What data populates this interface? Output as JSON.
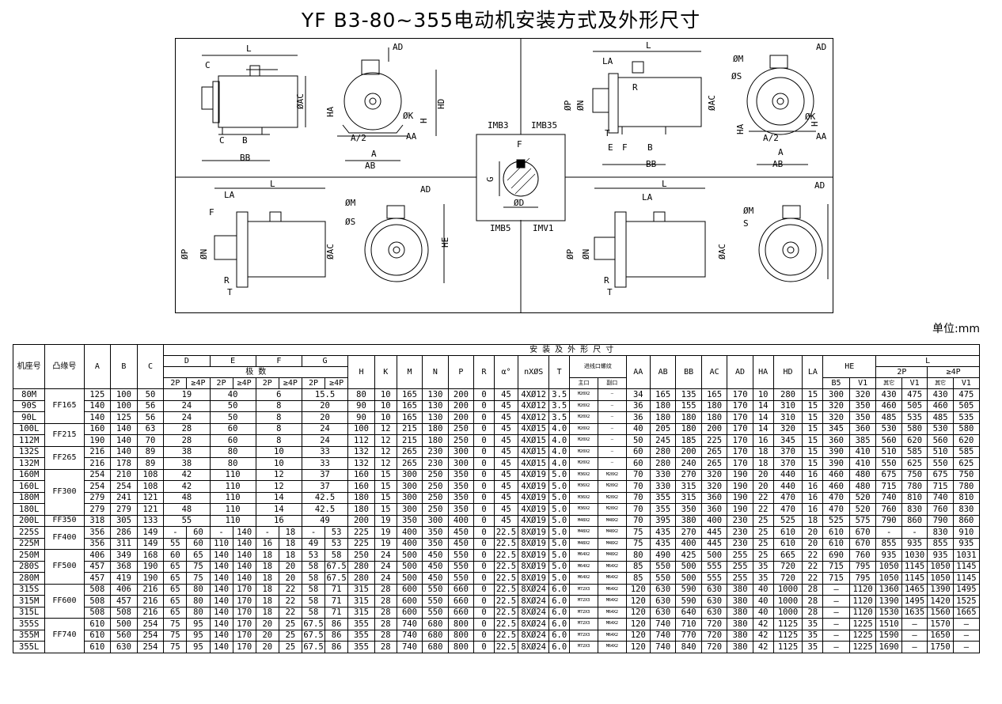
{
  "title": "YF B3-80~355电动机安装方式及外形尺寸",
  "unit": "单位:mm",
  "views": {
    "mount_labels": [
      "IMB3",
      "IMB35",
      "IMB5",
      "IMV1"
    ],
    "dims_topleft": [
      "L",
      "AD",
      "C",
      "ØAC",
      "HA",
      "HD",
      "H",
      "ØK",
      "A/2",
      "AA",
      "A",
      "AB",
      "B",
      "BB",
      "C"
    ],
    "dims_topright": [
      "L",
      "AD",
      "LA",
      "ØM",
      "ØS",
      "R",
      "ØP",
      "ØN",
      "ØAC",
      "HD",
      "H",
      "ØK",
      "HA",
      "T",
      "E",
      "B",
      "BB",
      "A/2",
      "AA",
      "A",
      "AB",
      "F"
    ],
    "dims_botleft": [
      "L",
      "AD",
      "LA",
      "F",
      "ØM",
      "ØS",
      "ØP",
      "ØN",
      "ØAC",
      "HE",
      "R",
      "T"
    ],
    "dims_botright": [
      "L",
      "AD",
      "LA",
      "ØM",
      "S",
      "ØP",
      "ØN",
      "ØAC",
      "HE",
      "R",
      "T"
    ],
    "shaft": [
      "F",
      "G",
      "ØD"
    ]
  },
  "table": {
    "header": {
      "frame": "机座号",
      "flange": "凸缘号",
      "A": "A",
      "B": "B",
      "C": "C",
      "group": "安 装 及 外 形 尺 寸",
      "D": "D",
      "E": "E",
      "F": "F",
      "G": "G",
      "pole_2p": "2P",
      "pole_4p": "≥4P",
      "all_poles": "极  数",
      "H": "H",
      "K": "K",
      "M": "M",
      "N": "N",
      "P": "P",
      "R": "R",
      "alpha": "α°",
      "nxs": "nXØS",
      "T": "T",
      "gland": "进线口螺纹",
      "gland_main": "主口",
      "gland_aux": "副口",
      "AA": "AA",
      "AB": "AB",
      "BB": "BB",
      "AC": "AC",
      "AD": "AD",
      "HA": "HA",
      "HD": "HD",
      "LA": "LA",
      "HE": "HE",
      "B5": "B5",
      "V1": "V1",
      "L": "L",
      "L_2p": "2P",
      "L_4p": "≥4P",
      "other": "其它",
      "V1b": "V1"
    },
    "rows": [
      [
        "80M",
        "125",
        "100",
        "50",
        "19",
        "40",
        "6",
        "15.5",
        "80",
        "10",
        "165",
        "130",
        "200",
        "0",
        "45",
        "4XØ12",
        "3.5",
        "M20X2",
        "—",
        "34",
        "165",
        "135",
        "165",
        "170",
        "10",
        "280",
        "15",
        "300",
        "320",
        "430",
        "475",
        "430",
        "475"
      ],
      [
        "90S",
        "140",
        "100",
        "56",
        "24",
        "50",
        "8",
        "20",
        "90",
        "10",
        "165",
        "130",
        "200",
        "0",
        "45",
        "4XØ12",
        "3.5",
        "M20X2",
        "—",
        "36",
        "180",
        "155",
        "180",
        "170",
        "14",
        "310",
        "15",
        "320",
        "350",
        "460",
        "505",
        "460",
        "505"
      ],
      [
        "90L",
        "140",
        "125",
        "56",
        "24",
        "50",
        "8",
        "20",
        "90",
        "10",
        "165",
        "130",
        "200",
        "0",
        "45",
        "4XØ12",
        "3.5",
        "M20X2",
        "—",
        "36",
        "180",
        "180",
        "180",
        "170",
        "14",
        "310",
        "15",
        "320",
        "350",
        "485",
        "535",
        "485",
        "535"
      ],
      [
        "100L",
        "160",
        "140",
        "63",
        "28",
        "60",
        "8",
        "24",
        "100",
        "12",
        "215",
        "180",
        "250",
        "0",
        "45",
        "4XØ15",
        "4.0",
        "M20X2",
        "—",
        "40",
        "205",
        "180",
        "200",
        "170",
        "14",
        "320",
        "15",
        "345",
        "360",
        "530",
        "580",
        "530",
        "580"
      ],
      [
        "112M",
        "190",
        "140",
        "70",
        "28",
        "60",
        "8",
        "24",
        "112",
        "12",
        "215",
        "180",
        "250",
        "0",
        "45",
        "4XØ15",
        "4.0",
        "M20X2",
        "—",
        "50",
        "245",
        "185",
        "225",
        "170",
        "16",
        "345",
        "15",
        "360",
        "385",
        "560",
        "620",
        "560",
        "620"
      ],
      [
        "132S",
        "216",
        "140",
        "89",
        "38",
        "80",
        "10",
        "33",
        "132",
        "12",
        "265",
        "230",
        "300",
        "0",
        "45",
        "4XØ15",
        "4.0",
        "M20X2",
        "—",
        "60",
        "280",
        "200",
        "265",
        "170",
        "18",
        "370",
        "15",
        "390",
        "410",
        "510",
        "585",
        "510",
        "585"
      ],
      [
        "132M",
        "216",
        "178",
        "89",
        "38",
        "80",
        "10",
        "33",
        "132",
        "12",
        "265",
        "230",
        "300",
        "0",
        "45",
        "4XØ15",
        "4.0",
        "M20X2",
        "—",
        "60",
        "280",
        "240",
        "265",
        "170",
        "18",
        "370",
        "15",
        "390",
        "410",
        "550",
        "625",
        "550",
        "625"
      ],
      [
        "160M",
        "254",
        "210",
        "108",
        "42",
        "110",
        "12",
        "37",
        "160",
        "15",
        "300",
        "250",
        "350",
        "0",
        "45",
        "4XØ19",
        "5.0",
        "M36X2",
        "M20X2",
        "70",
        "330",
        "270",
        "320",
        "190",
        "20",
        "440",
        "16",
        "460",
        "480",
        "675",
        "750",
        "675",
        "750"
      ],
      [
        "160L",
        "254",
        "254",
        "108",
        "42",
        "110",
        "12",
        "37",
        "160",
        "15",
        "300",
        "250",
        "350",
        "0",
        "45",
        "4XØ19",
        "5.0",
        "M36X2",
        "M20X2",
        "70",
        "330",
        "315",
        "320",
        "190",
        "20",
        "440",
        "16",
        "460",
        "480",
        "715",
        "780",
        "715",
        "780"
      ],
      [
        "180M",
        "279",
        "241",
        "121",
        "48",
        "110",
        "14",
        "42.5",
        "180",
        "15",
        "300",
        "250",
        "350",
        "0",
        "45",
        "4XØ19",
        "5.0",
        "M36X2",
        "M20X2",
        "70",
        "355",
        "315",
        "360",
        "190",
        "22",
        "470",
        "16",
        "470",
        "520",
        "740",
        "810",
        "740",
        "810"
      ],
      [
        "180L",
        "279",
        "279",
        "121",
        "48",
        "110",
        "14",
        "42.5",
        "180",
        "15",
        "300",
        "250",
        "350",
        "0",
        "45",
        "4XØ19",
        "5.0",
        "M36X2",
        "M20X2",
        "70",
        "355",
        "350",
        "360",
        "190",
        "22",
        "470",
        "16",
        "470",
        "520",
        "760",
        "830",
        "760",
        "830"
      ],
      [
        "200L",
        "318",
        "305",
        "133",
        "55",
        "110",
        "16",
        "49",
        "200",
        "19",
        "350",
        "300",
        "400",
        "0",
        "45",
        "4XØ19",
        "5.0",
        "M48X2",
        "M48X2",
        "70",
        "395",
        "380",
        "400",
        "230",
        "25",
        "525",
        "18",
        "525",
        "575",
        "790",
        "860",
        "790",
        "860"
      ],
      [
        "225S",
        "356",
        "286",
        "149",
        "-|60",
        "-|140",
        "-|18",
        "-|53",
        "225",
        "19",
        "400",
        "350",
        "450",
        "0",
        "22.5",
        "8XØ19",
        "5.0",
        "M48X2",
        "M48X2",
        "75",
        "435",
        "270",
        "445",
        "230",
        "25",
        "610",
        "20",
        "610",
        "670",
        "-",
        "-",
        "830",
        "910"
      ],
      [
        "225M",
        "356",
        "311",
        "149",
        "55|60",
        "110|140",
        "16|18",
        "49|53",
        "225",
        "19",
        "400",
        "350",
        "450",
        "0",
        "22.5",
        "8XØ19",
        "5.0",
        "M48X2",
        "M48X2",
        "75",
        "435",
        "400",
        "445",
        "230",
        "25",
        "610",
        "20",
        "610",
        "670",
        "855",
        "935",
        "855",
        "935"
      ],
      [
        "250M",
        "406",
        "349",
        "168",
        "60|65",
        "140|140",
        "18|18",
        "53|58",
        "250",
        "24",
        "500",
        "450",
        "550",
        "0",
        "22.5",
        "8XØ19",
        "5.0",
        "M64X2",
        "M48X2",
        "80",
        "490",
        "425",
        "500",
        "255",
        "25",
        "665",
        "22",
        "690",
        "760",
        "935",
        "1030",
        "935",
        "1031"
      ],
      [
        "280S",
        "457",
        "368",
        "190",
        "65|75",
        "140|140",
        "18|20",
        "58|67.5",
        "280",
        "24",
        "500",
        "450",
        "550",
        "0",
        "22.5",
        "8XØ19",
        "5.0",
        "M64X2",
        "M64X2",
        "85",
        "550",
        "500",
        "555",
        "255",
        "35",
        "720",
        "22",
        "715",
        "795",
        "1050",
        "1145",
        "1050",
        "1145"
      ],
      [
        "280M",
        "457",
        "419",
        "190",
        "65|75",
        "140|140",
        "18|20",
        "58|67.5",
        "280",
        "24",
        "500",
        "450",
        "550",
        "0",
        "22.5",
        "8XØ19",
        "5.0",
        "M64X2",
        "M64X2",
        "85",
        "550",
        "500",
        "555",
        "255",
        "35",
        "720",
        "22",
        "715",
        "795",
        "1050",
        "1145",
        "1050",
        "1145"
      ],
      [
        "315S",
        "508",
        "406",
        "216",
        "65|80",
        "140|170",
        "18|22",
        "58|71",
        "315",
        "28",
        "600",
        "550",
        "660",
        "0",
        "22.5",
        "8XØ24",
        "6.0",
        "M72X3",
        "M64X2",
        "120",
        "630",
        "590",
        "630",
        "380",
        "40",
        "1000",
        "28",
        "—",
        "1120",
        "1360",
        "1465",
        "1390",
        "1495"
      ],
      [
        "315M",
        "508",
        "457",
        "216",
        "65|80",
        "140|170",
        "18|22",
        "58|71",
        "315",
        "28",
        "600",
        "550",
        "660",
        "0",
        "22.5",
        "8XØ24",
        "6.0",
        "M72X3",
        "M64X2",
        "120",
        "630",
        "590",
        "630",
        "380",
        "40",
        "1000",
        "28",
        "—",
        "1120",
        "1390",
        "1495",
        "1420",
        "1525"
      ],
      [
        "315L",
        "508",
        "508",
        "216",
        "65|80",
        "140|170",
        "18|22",
        "58|71",
        "315",
        "28",
        "600",
        "550",
        "660",
        "0",
        "22.5",
        "8XØ24",
        "6.0",
        "M72X3",
        "M64X2",
        "120",
        "630",
        "640",
        "630",
        "380",
        "40",
        "1000",
        "28",
        "—",
        "1120",
        "1530",
        "1635",
        "1560",
        "1665"
      ],
      [
        "355S",
        "610",
        "500",
        "254",
        "75|95",
        "140|170",
        "20|25",
        "67.5|86",
        "355",
        "28",
        "740",
        "680",
        "800",
        "0",
        "22.5",
        "8XØ24",
        "6.0",
        "M72X3",
        "M64X2",
        "120",
        "740",
        "710",
        "720",
        "380",
        "42",
        "1125",
        "35",
        "—",
        "1225",
        "1510",
        "—",
        "1570",
        "—"
      ],
      [
        "355M",
        "610",
        "560",
        "254",
        "75|95",
        "140|170",
        "20|25",
        "67.5|86",
        "355",
        "28",
        "740",
        "680",
        "800",
        "0",
        "22.5",
        "8XØ24",
        "6.0",
        "M72X3",
        "M64X2",
        "120",
        "740",
        "770",
        "720",
        "380",
        "42",
        "1125",
        "35",
        "—",
        "1225",
        "1590",
        "—",
        "1650",
        "—"
      ],
      [
        "355L",
        "610",
        "630",
        "254",
        "75|95",
        "140|170",
        "20|25",
        "67.5|86",
        "355",
        "28",
        "740",
        "680",
        "800",
        "0",
        "22.5",
        "8XØ24",
        "6.0",
        "M72X3",
        "M64X2",
        "120",
        "740",
        "840",
        "720",
        "380",
        "42",
        "1125",
        "35",
        "—",
        "1225",
        "1690",
        "—",
        "1750",
        "—"
      ]
    ],
    "flange_groups": [
      {
        "label": "FF165",
        "start": 0,
        "span": 3
      },
      {
        "label": "FF215",
        "start": 3,
        "span": 2
      },
      {
        "label": "FF265",
        "start": 5,
        "span": 2
      },
      {
        "label": "FF300",
        "start": 7,
        "span": 4
      },
      {
        "label": "FF350",
        "start": 11,
        "span": 1
      },
      {
        "label": "FF400",
        "start": 12,
        "span": 2
      },
      {
        "label": "FF500",
        "start": 14,
        "span": 3
      },
      {
        "label": "FF600",
        "start": 17,
        "span": 3
      },
      {
        "label": "FF740",
        "start": 20,
        "span": 3
      }
    ]
  }
}
